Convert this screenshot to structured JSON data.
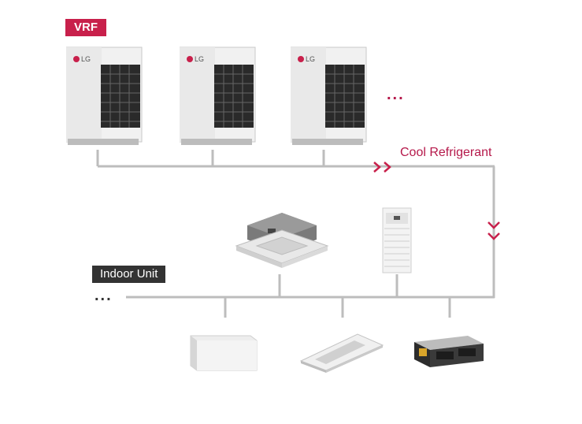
{
  "header": {
    "vrf_label": "VRF"
  },
  "flow": {
    "cool_label": "Cool Refrigerant",
    "more_outdoor": "...",
    "more_indoor": "..."
  },
  "indoor": {
    "label": "Indoor Unit"
  },
  "outdoor_units": [
    {
      "brand": "LG",
      "icon": "vrf-outdoor-unit-icon"
    },
    {
      "brand": "LG",
      "icon": "vrf-outdoor-unit-icon"
    },
    {
      "brand": "LG",
      "icon": "vrf-outdoor-unit-icon"
    }
  ],
  "indoor_units": [
    {
      "icon": "ceiling-cassette-icon"
    },
    {
      "icon": "floor-standing-unit-icon"
    },
    {
      "icon": "wall-console-icon"
    },
    {
      "icon": "one-way-cassette-icon"
    },
    {
      "icon": "ducted-unit-icon"
    }
  ],
  "colors": {
    "accent": "#c8204b",
    "pipe": "#bdbdbd",
    "dark_tag": "#333333"
  }
}
